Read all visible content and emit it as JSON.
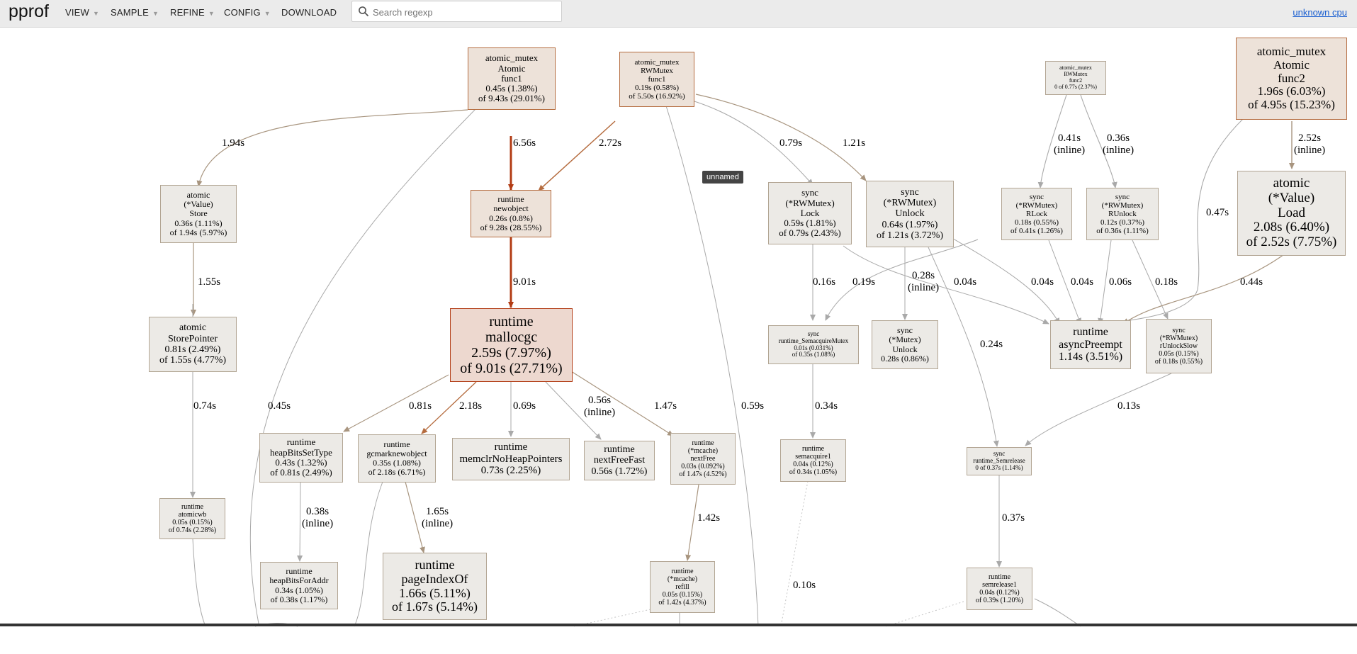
{
  "app": {
    "logo": "pprof",
    "profile_link": "unknown cpu"
  },
  "menu": [
    {
      "id": "view",
      "label": "VIEW"
    },
    {
      "id": "sample",
      "label": "SAMPLE"
    },
    {
      "id": "refine",
      "label": "REFINE"
    },
    {
      "id": "config",
      "label": "CONFIG"
    },
    {
      "id": "download",
      "label": "DOWNLOAD"
    }
  ],
  "search": {
    "placeholder": "Search regexp",
    "value": ""
  },
  "tooltip": "unnamed",
  "nodes": [
    {
      "id": "n1",
      "lines": [
        "atomic_mutex",
        "Atomic",
        "func1",
        "0.45s (1.38%)",
        "of 9.43s (29.01%)"
      ]
    },
    {
      "id": "n2",
      "lines": [
        "atomic_mutex",
        "RWMutex",
        "func1",
        "0.19s (0.58%)",
        "of 5.50s (16.92%)"
      ]
    },
    {
      "id": "n3",
      "lines": [
        "atomic_mutex",
        "RWMutex",
        "func2",
        "0 of 0.77s (2.37%)"
      ]
    },
    {
      "id": "n4",
      "lines": [
        "atomic_mutex",
        "Atomic",
        "func2",
        "1.96s (6.03%)",
        "of 4.95s (15.23%)"
      ]
    },
    {
      "id": "n5",
      "lines": [
        "atomic",
        "(*Value)",
        "Store",
        "0.36s (1.11%)",
        "of 1.94s (5.97%)"
      ]
    },
    {
      "id": "n6",
      "lines": [
        "runtime",
        "newobject",
        "0.26s (0.8%)",
        "of 9.28s (28.55%)"
      ]
    },
    {
      "id": "n7",
      "lines": [
        "sync",
        "(*RWMutex)",
        "Lock",
        "0.59s (1.81%)",
        "of 0.79s (2.43%)"
      ]
    },
    {
      "id": "n8",
      "lines": [
        "sync",
        "(*RWMutex)",
        "Unlock",
        "0.64s (1.97%)",
        "of 1.21s (3.72%)"
      ]
    },
    {
      "id": "n9",
      "lines": [
        "sync",
        "(*RWMutex)",
        "RLock",
        "0.18s (0.55%)",
        "of 0.41s (1.26%)"
      ]
    },
    {
      "id": "n10",
      "lines": [
        "sync",
        "(*RWMutex)",
        "RUnlock",
        "0.12s (0.37%)",
        "of 0.36s (1.11%)"
      ]
    },
    {
      "id": "n11",
      "lines": [
        "atomic",
        "(*Value)",
        "Load",
        "2.08s (6.40%)",
        "of 2.52s (7.75%)"
      ]
    },
    {
      "id": "n12",
      "lines": [
        "atomic",
        "StorePointer",
        "0.81s (2.49%)",
        "of 1.55s (4.77%)"
      ]
    },
    {
      "id": "n13",
      "lines": [
        "runtime",
        "mallocgc",
        "2.59s (7.97%)",
        "of 9.01s (27.71%)"
      ]
    },
    {
      "id": "n14",
      "lines": [
        "sync",
        "runtime_SemacquireMutex",
        "0.01s (0.031%)",
        "of 0.35s (1.08%)"
      ]
    },
    {
      "id": "n15",
      "lines": [
        "sync",
        "(*Mutex)",
        "Unlock",
        "0.28s (0.86%)"
      ]
    },
    {
      "id": "n16",
      "lines": [
        "runtime",
        "asyncPreempt",
        "1.14s (3.51%)"
      ]
    },
    {
      "id": "n17",
      "lines": [
        "sync",
        "(*RWMutex)",
        "rUnlockSlow",
        "0.05s (0.15%)",
        "of 0.18s (0.55%)"
      ]
    },
    {
      "id": "n18",
      "lines": [
        "runtime",
        "heapBitsSetType",
        "0.43s (1.32%)",
        "of 0.81s (2.49%)"
      ]
    },
    {
      "id": "n19",
      "lines": [
        "runtime",
        "gcmarknewobject",
        "0.35s (1.08%)",
        "of 2.18s (6.71%)"
      ]
    },
    {
      "id": "n20",
      "lines": [
        "runtime",
        "memclrNoHeapPointers",
        "0.73s (2.25%)"
      ]
    },
    {
      "id": "n21",
      "lines": [
        "runtime",
        "nextFreeFast",
        "0.56s (1.72%)"
      ]
    },
    {
      "id": "n22",
      "lines": [
        "runtime",
        "(*mcache)",
        "nextFree",
        "0.03s (0.092%)",
        "of 1.47s (4.52%)"
      ]
    },
    {
      "id": "n23",
      "lines": [
        "runtime",
        "semacquire1",
        "0.04s (0.12%)",
        "of 0.34s (1.05%)"
      ]
    },
    {
      "id": "n24",
      "lines": [
        "sync",
        "runtime_Semrelease",
        "0 of 0.37s (1.14%)"
      ]
    },
    {
      "id": "n25",
      "lines": [
        "runtime",
        "atomicwb",
        "0.05s (0.15%)",
        "of 0.74s (2.28%)"
      ]
    },
    {
      "id": "n26",
      "lines": [
        "runtime",
        "heapBitsForAddr",
        "0.34s (1.05%)",
        "of 0.38s (1.17%)"
      ]
    },
    {
      "id": "n27",
      "lines": [
        "runtime",
        "pageIndexOf",
        "1.66s (5.11%)",
        "of 1.67s (5.14%)"
      ]
    },
    {
      "id": "n28",
      "lines": [
        "runtime",
        "(*mcache)",
        "refill",
        "0.05s (0.15%)",
        "of 1.42s (4.37%)"
      ]
    },
    {
      "id": "n29",
      "lines": [
        "runtime",
        "semrelease1",
        "0.04s (0.12%)",
        "of 0.39s (1.20%)"
      ]
    }
  ],
  "edges": [
    {
      "id": "e1",
      "label": [
        "1.94s"
      ]
    },
    {
      "id": "e2",
      "label": [
        "6.56s"
      ]
    },
    {
      "id": "e3",
      "label": [
        "2.72s"
      ]
    },
    {
      "id": "e4",
      "label": [
        "0.79s"
      ]
    },
    {
      "id": "e5",
      "label": [
        "1.21s"
      ]
    },
    {
      "id": "e6",
      "label": [
        "0.41s",
        "(inline)"
      ]
    },
    {
      "id": "e7",
      "label": [
        "0.36s",
        "(inline)"
      ]
    },
    {
      "id": "e8",
      "label": [
        "2.52s",
        "(inline)"
      ]
    },
    {
      "id": "e9",
      "label": [
        "0.47s"
      ]
    },
    {
      "id": "e10",
      "label": [
        "1.55s"
      ]
    },
    {
      "id": "e11",
      "label": [
        "9.01s"
      ]
    },
    {
      "id": "e12",
      "label": [
        "0.16s"
      ]
    },
    {
      "id": "e13",
      "label": [
        "0.19s"
      ]
    },
    {
      "id": "e14",
      "label": [
        "0.28s",
        "(inline)"
      ]
    },
    {
      "id": "e15",
      "label": [
        "0.04s"
      ]
    },
    {
      "id": "e16",
      "label": [
        "0.04s"
      ]
    },
    {
      "id": "e17",
      "label": [
        "0.04s"
      ]
    },
    {
      "id": "e18",
      "label": [
        "0.06s"
      ]
    },
    {
      "id": "e19",
      "label": [
        "0.18s"
      ]
    },
    {
      "id": "e20",
      "label": [
        "0.44s"
      ]
    },
    {
      "id": "e21",
      "label": [
        "0.24s"
      ]
    },
    {
      "id": "e22",
      "label": [
        "0.74s"
      ]
    },
    {
      "id": "e23",
      "label": [
        "0.45s"
      ]
    },
    {
      "id": "e24",
      "label": [
        "0.81s"
      ]
    },
    {
      "id": "e25",
      "label": [
        "2.18s"
      ]
    },
    {
      "id": "e26",
      "label": [
        "0.69s"
      ]
    },
    {
      "id": "e27",
      "label": [
        "0.56s",
        "(inline)"
      ]
    },
    {
      "id": "e28",
      "label": [
        "1.47s"
      ]
    },
    {
      "id": "e29",
      "label": [
        "0.59s"
      ]
    },
    {
      "id": "e30",
      "label": [
        "0.34s"
      ]
    },
    {
      "id": "e31",
      "label": [
        "0.13s"
      ]
    },
    {
      "id": "e32",
      "label": [
        "0.38s",
        "(inline)"
      ]
    },
    {
      "id": "e33",
      "label": [
        "1.65s",
        "(inline)"
      ]
    },
    {
      "id": "e34",
      "label": [
        "1.42s"
      ]
    },
    {
      "id": "e35",
      "label": [
        "0.37s"
      ]
    },
    {
      "id": "e36",
      "label": [
        "0.10s"
      ]
    }
  ]
}
